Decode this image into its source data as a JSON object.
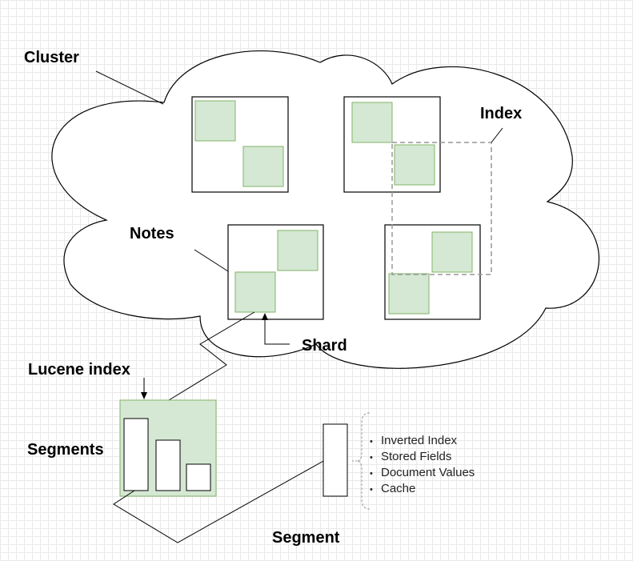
{
  "labels": {
    "cluster": "Cluster",
    "index": "Index",
    "notes": "Notes",
    "shard": "Shard",
    "lucene_index": "Lucene index",
    "segments": "Segments",
    "segment": "Segment"
  },
  "segment_contents": [
    "Inverted Index",
    "Stored Fields",
    "Document Values",
    "Cache"
  ],
  "colors": {
    "shard_fill": "#d5e8d4",
    "shard_stroke": "#82b366",
    "index_dash": "#999999",
    "line": "#000000"
  }
}
